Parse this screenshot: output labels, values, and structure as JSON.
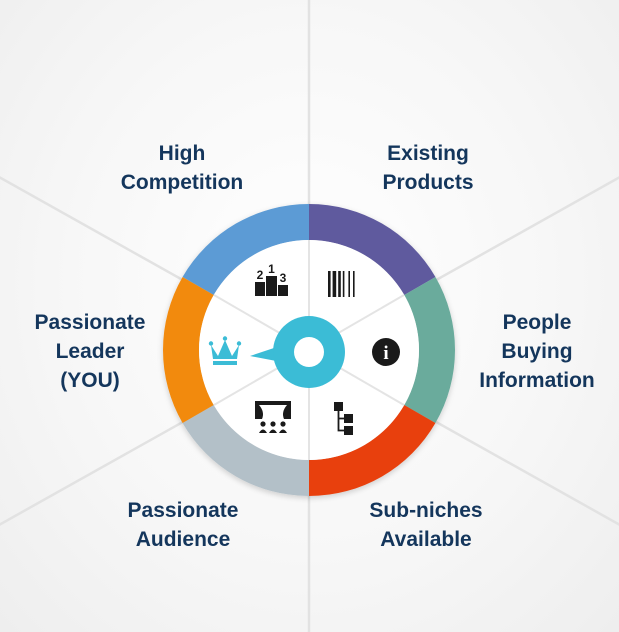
{
  "segments": [
    {
      "name": "high-competition",
      "color": "#5b9bd5",
      "icon": "podium-icon",
      "lines": [
        "High",
        "Competition"
      ]
    },
    {
      "name": "existing-products",
      "color": "#5e5a9e",
      "icon": "barcode-icon",
      "lines": [
        "Existing",
        "Products"
      ]
    },
    {
      "name": "people-buying-info",
      "color": "#6aab9c",
      "icon": "info-icon",
      "lines": [
        "People",
        "Buying",
        "Information"
      ]
    },
    {
      "name": "sub-niches",
      "color": "#e8400c",
      "icon": "hierarchy-icon",
      "lines": [
        "Sub-niches",
        "Available"
      ]
    },
    {
      "name": "passionate-audience",
      "color": "#b3c0c8",
      "icon": "audience-icon",
      "lines": [
        "Passionate",
        "Audience"
      ]
    },
    {
      "name": "passionate-leader",
      "color": "#f28a0f",
      "icon": "crown-icon",
      "lines": [
        "Passionate",
        "Leader",
        "(YOU)"
      ]
    }
  ],
  "podium": {
    "first": "1",
    "second": "2",
    "third": "3"
  },
  "info_glyph": "i",
  "colors": {
    "text": "#14365c",
    "center": "#3bbcd6",
    "crown": "#3bbcd6",
    "icon_dark": "#1a1a1a",
    "divider": "#e2e2e2"
  }
}
